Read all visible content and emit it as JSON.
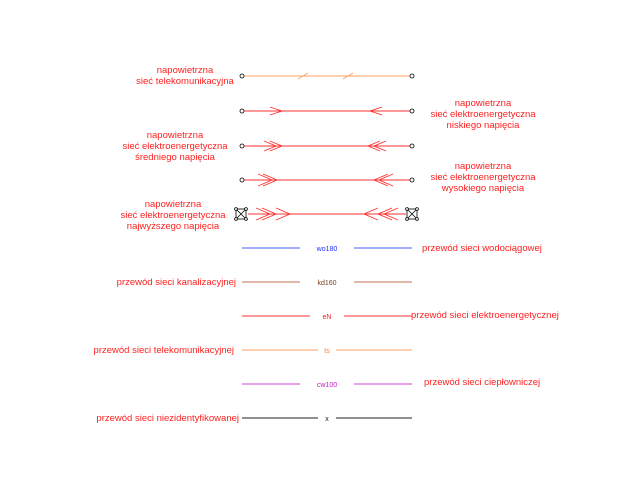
{
  "entries": [
    {
      "id": "overhead-telecom",
      "label_lines": [
        "napowietrzna",
        "sieć telekomunikacyjna"
      ],
      "color": "#ffa060",
      "symbol": "slash-ticks"
    },
    {
      "id": "overhead-power-low",
      "label_lines": [
        "napowietrzna",
        "sieć elektroenergetyczna",
        "niskiego napięcia"
      ],
      "color": "#ff3030",
      "symbol": "single-chevron"
    },
    {
      "id": "overhead-power-medium",
      "label_lines": [
        "napowietrzna",
        "sieć elektroenergetyczna",
        "średniego napięcia"
      ],
      "color": "#ff3030",
      "symbol": "double-chevron"
    },
    {
      "id": "overhead-power-high",
      "label_lines": [
        "napowietrzna",
        "sieć elektroenergetyczna",
        "wysokiego napięcia"
      ],
      "color": "#ff3030",
      "symbol": "triple-chevron"
    },
    {
      "id": "overhead-power-extra-high",
      "label_lines": [
        "napowietrzna",
        "sieć elektroenergetyczna",
        "najwyższego napięcia"
      ],
      "color": "#ff3030",
      "symbol": "tower-chevrons"
    },
    {
      "id": "water-pipe",
      "label_lines": [
        "przewód sieci wodociągowej"
      ],
      "code": "wo180",
      "color": "#4060ff",
      "code_color": "#2030ff"
    },
    {
      "id": "sewage-pipe",
      "label_lines": [
        "przewód sieci kanalizacyjnej"
      ],
      "code": "kd160",
      "color": "#c07050",
      "code_color": "#804020"
    },
    {
      "id": "power-cable",
      "label_lines": [
        "przewód sieci elektroenergetycznej"
      ],
      "code": "eN",
      "color": "#ff3030",
      "code_color": "#ff2020"
    },
    {
      "id": "telecom-cable",
      "label_lines": [
        "przewód sieci telekomunikacyjnej"
      ],
      "code": "ts",
      "color": "#ffa060",
      "code_color": "#ff8040"
    },
    {
      "id": "heating-pipe",
      "label_lines": [
        "przewód sieci ciepłowniczej"
      ],
      "code": "cw100",
      "color": "#d040d0",
      "code_color": "#c020c0"
    },
    {
      "id": "unidentified-pipe",
      "label_lines": [
        "przewód sieci niezidentyfikowanej"
      ],
      "code": "x",
      "color": "#202020",
      "code_color": "#202020"
    }
  ]
}
